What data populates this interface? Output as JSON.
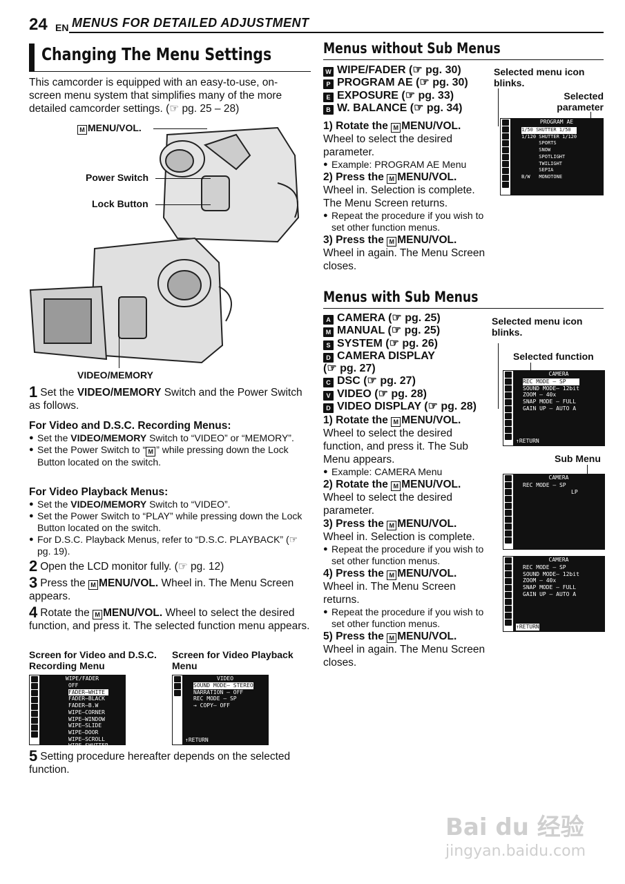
{
  "header": {
    "page_number": "24",
    "lang": "EN",
    "section": "MENUS FOR DETAILED ADJUSTMENT"
  },
  "left": {
    "title": "Changing The Menu Settings",
    "intro": "This camcorder is equipped with an easy-to-use, on-screen menu system that simplifies many of the more detailed camcorder settings. (☞ pg. 25 – 28)",
    "callouts": {
      "menu_vol": "MENU/VOL.",
      "power_switch": "Power Switch",
      "lock_button": "Lock Button",
      "video_memory": "VIDEO/MEMORY"
    },
    "step1": {
      "num": "1",
      "text_a": "Set the ",
      "bold": "VIDEO/MEMORY",
      "text_b": " Switch and the Power Switch as follows."
    },
    "rec_heading": "For Video and D.S.C. Recording Menus:",
    "rec_bullets": [
      {
        "a": "Set the ",
        "b": "VIDEO/MEMORY",
        "c": " Switch to “VIDEO” or “MEMORY”."
      },
      {
        "a": "Set the Power Switch to “",
        "b": "M",
        "c": "” while pressing down the Lock Button located on the switch."
      }
    ],
    "play_heading": "For Video Playback Menus:",
    "play_bullets": [
      {
        "a": "Set the ",
        "b": "VIDEO/MEMORY",
        "c": " Switch to “VIDEO”."
      },
      {
        "a": "Set the Power Switch to “PLAY” while pressing down the Lock Button located on the switch.",
        "b": "",
        "c": ""
      },
      {
        "a": "For D.S.C. Playback Menus, refer to “D.S.C. PLAYBACK” (☞ pg. 19).",
        "b": "",
        "c": ""
      }
    ],
    "step2": {
      "num": "2",
      "text": "Open the LCD monitor fully. (☞ pg. 12)"
    },
    "step3": {
      "num": "3",
      "text_a": "Press the ",
      "bold": "MENU/VOL.",
      "text_b": " Wheel in. The Menu Screen appears."
    },
    "step4": {
      "num": "4",
      "text_a": "Rotate the ",
      "bold": "MENU/VOL.",
      "text_b": " Wheel to select the desired function, and press it. The selected function menu appears."
    },
    "screen_cap_a": "Screen for Video and D.S.C. Recording Menu",
    "screen_cap_b": "Screen for Video Playback Menu",
    "screen_a": {
      "title": "WIPE/FADER",
      "rows": [
        "OFF",
        "FADER–WHITE",
        "FADER–BLACK",
        "FADER–B.W",
        "WIPE–CORNER",
        "WIPE–WINDOW",
        "WIPE–SLIDE",
        "WIPE–DOOR",
        "WIPE–SCROLL",
        "WIPE–SHUTTER"
      ]
    },
    "screen_b": {
      "title": "VIDEO",
      "rows": [
        "SOUND MODE– STEREO",
        "NARRATION – OFF",
        "REC MODE  – SP",
        "→ COPY– OFF"
      ],
      "return": "RETURN"
    },
    "step5": {
      "num": "5",
      "text": "Setting procedure hereafter depends on the selected function."
    }
  },
  "right": {
    "no_sub_title": "Menus without Sub Menus",
    "no_sub_items": [
      "WIPE/FADER (☞ pg. 30)",
      "PROGRAM AE (☞ pg. 30)",
      "EXPOSURE (☞ pg. 33)",
      "W. BALANCE (☞ pg. 34)"
    ],
    "no_sub_steps": {
      "s1a": "1) Rotate the ",
      "s1b": "MENU/VOL.",
      "s1c": "Wheel to select the desired parameter.",
      "ex": "Example:  PROGRAM AE Menu",
      "s2a": "2) Press the ",
      "s2b": "MENU/VOL.",
      "s2c": "Wheel in. Selection is complete. The Menu Screen returns.",
      "rep": "Repeat the procedure if you wish to set other function menus.",
      "s3a": "3) Press the ",
      "s3b": "MENU/VOL.",
      "s3c": "Wheel in again. The Menu Screen closes."
    },
    "fig1": {
      "icon_label": "Selected menu icon blinks.",
      "param_label": "Selected parameter",
      "title": "PROGRAM AE",
      "rows": [
        [
          "1/50",
          "SHUTTER 1/50"
        ],
        [
          "1/120",
          "SHUTTER 1/120"
        ],
        [
          "",
          "SPORTS"
        ],
        [
          "",
          "SNOW"
        ],
        [
          "",
          "SPOTLIGHT"
        ],
        [
          "",
          "TWILIGHT"
        ],
        [
          "",
          "SEPIA"
        ],
        [
          "B/W",
          "MONOTONE"
        ]
      ]
    },
    "with_sub_title": "Menus with Sub Menus",
    "with_sub_items": [
      "CAMERA (☞ pg. 25)",
      "MANUAL (☞ pg. 25)",
      "SYSTEM (☞ pg. 26)",
      "CAMERA DISPLAY",
      "(☞ pg. 27)",
      "DSC (☞ pg. 27)",
      "VIDEO (☞ pg. 28)",
      "VIDEO DISPLAY (☞ pg. 28)"
    ],
    "with_sub_steps": {
      "s1a": "1) Rotate the ",
      "s1b": "MENU/VOL.",
      "s1c": "Wheel to select the desired function, and press it. The Sub Menu appears.",
      "ex": "Example:  CAMERA Menu",
      "s2a": "2) Rotate the ",
      "s2b": "MENU/VOL.",
      "s2c": "Wheel to select the desired parameter.",
      "s3a": "3) Press the ",
      "s3b": "MENU/VOL.",
      "s3c": "Wheel in. Selection is complete.",
      "rep1": "Repeat the procedure if you wish to set other function menus.",
      "s4a": "4) Press the ",
      "s4b": "MENU/VOL.",
      "s4c": "Wheel in. The Menu Screen returns.",
      "rep2": "Repeat the procedure if you wish to set other function menus.",
      "s5a": "5) Press the ",
      "s5b": "MENU/VOL.",
      "s5c": "Wheel in again. The Menu Screen closes."
    },
    "fig2": {
      "icon_label": "Selected menu icon blinks.",
      "func_label": "Selected function",
      "title": "CAMERA",
      "rows": [
        "REC MODE   –  SP",
        "SOUND MODE– 12bit",
        "ZOOM       –  40x",
        "SNAP MODE  – FULL",
        "GAIN UP    – AUTO A"
      ],
      "return": "RETURN"
    },
    "fig3": {
      "label": "Sub Menu",
      "title": "CAMERA",
      "rows": [
        "REC MODE  – SP",
        "LP"
      ]
    },
    "fig4": {
      "title": "CAMERA",
      "rows": [
        "REC MODE   –  SP",
        "SOUND MODE– 12bit",
        "ZOOM       –  40x",
        "SNAP MODE  – FULL",
        "GAIN UP    – AUTO A"
      ],
      "return": "RETURN"
    }
  },
  "watermark": {
    "logo": "Bai du 经验",
    "url": "jingyan.baidu.com"
  }
}
